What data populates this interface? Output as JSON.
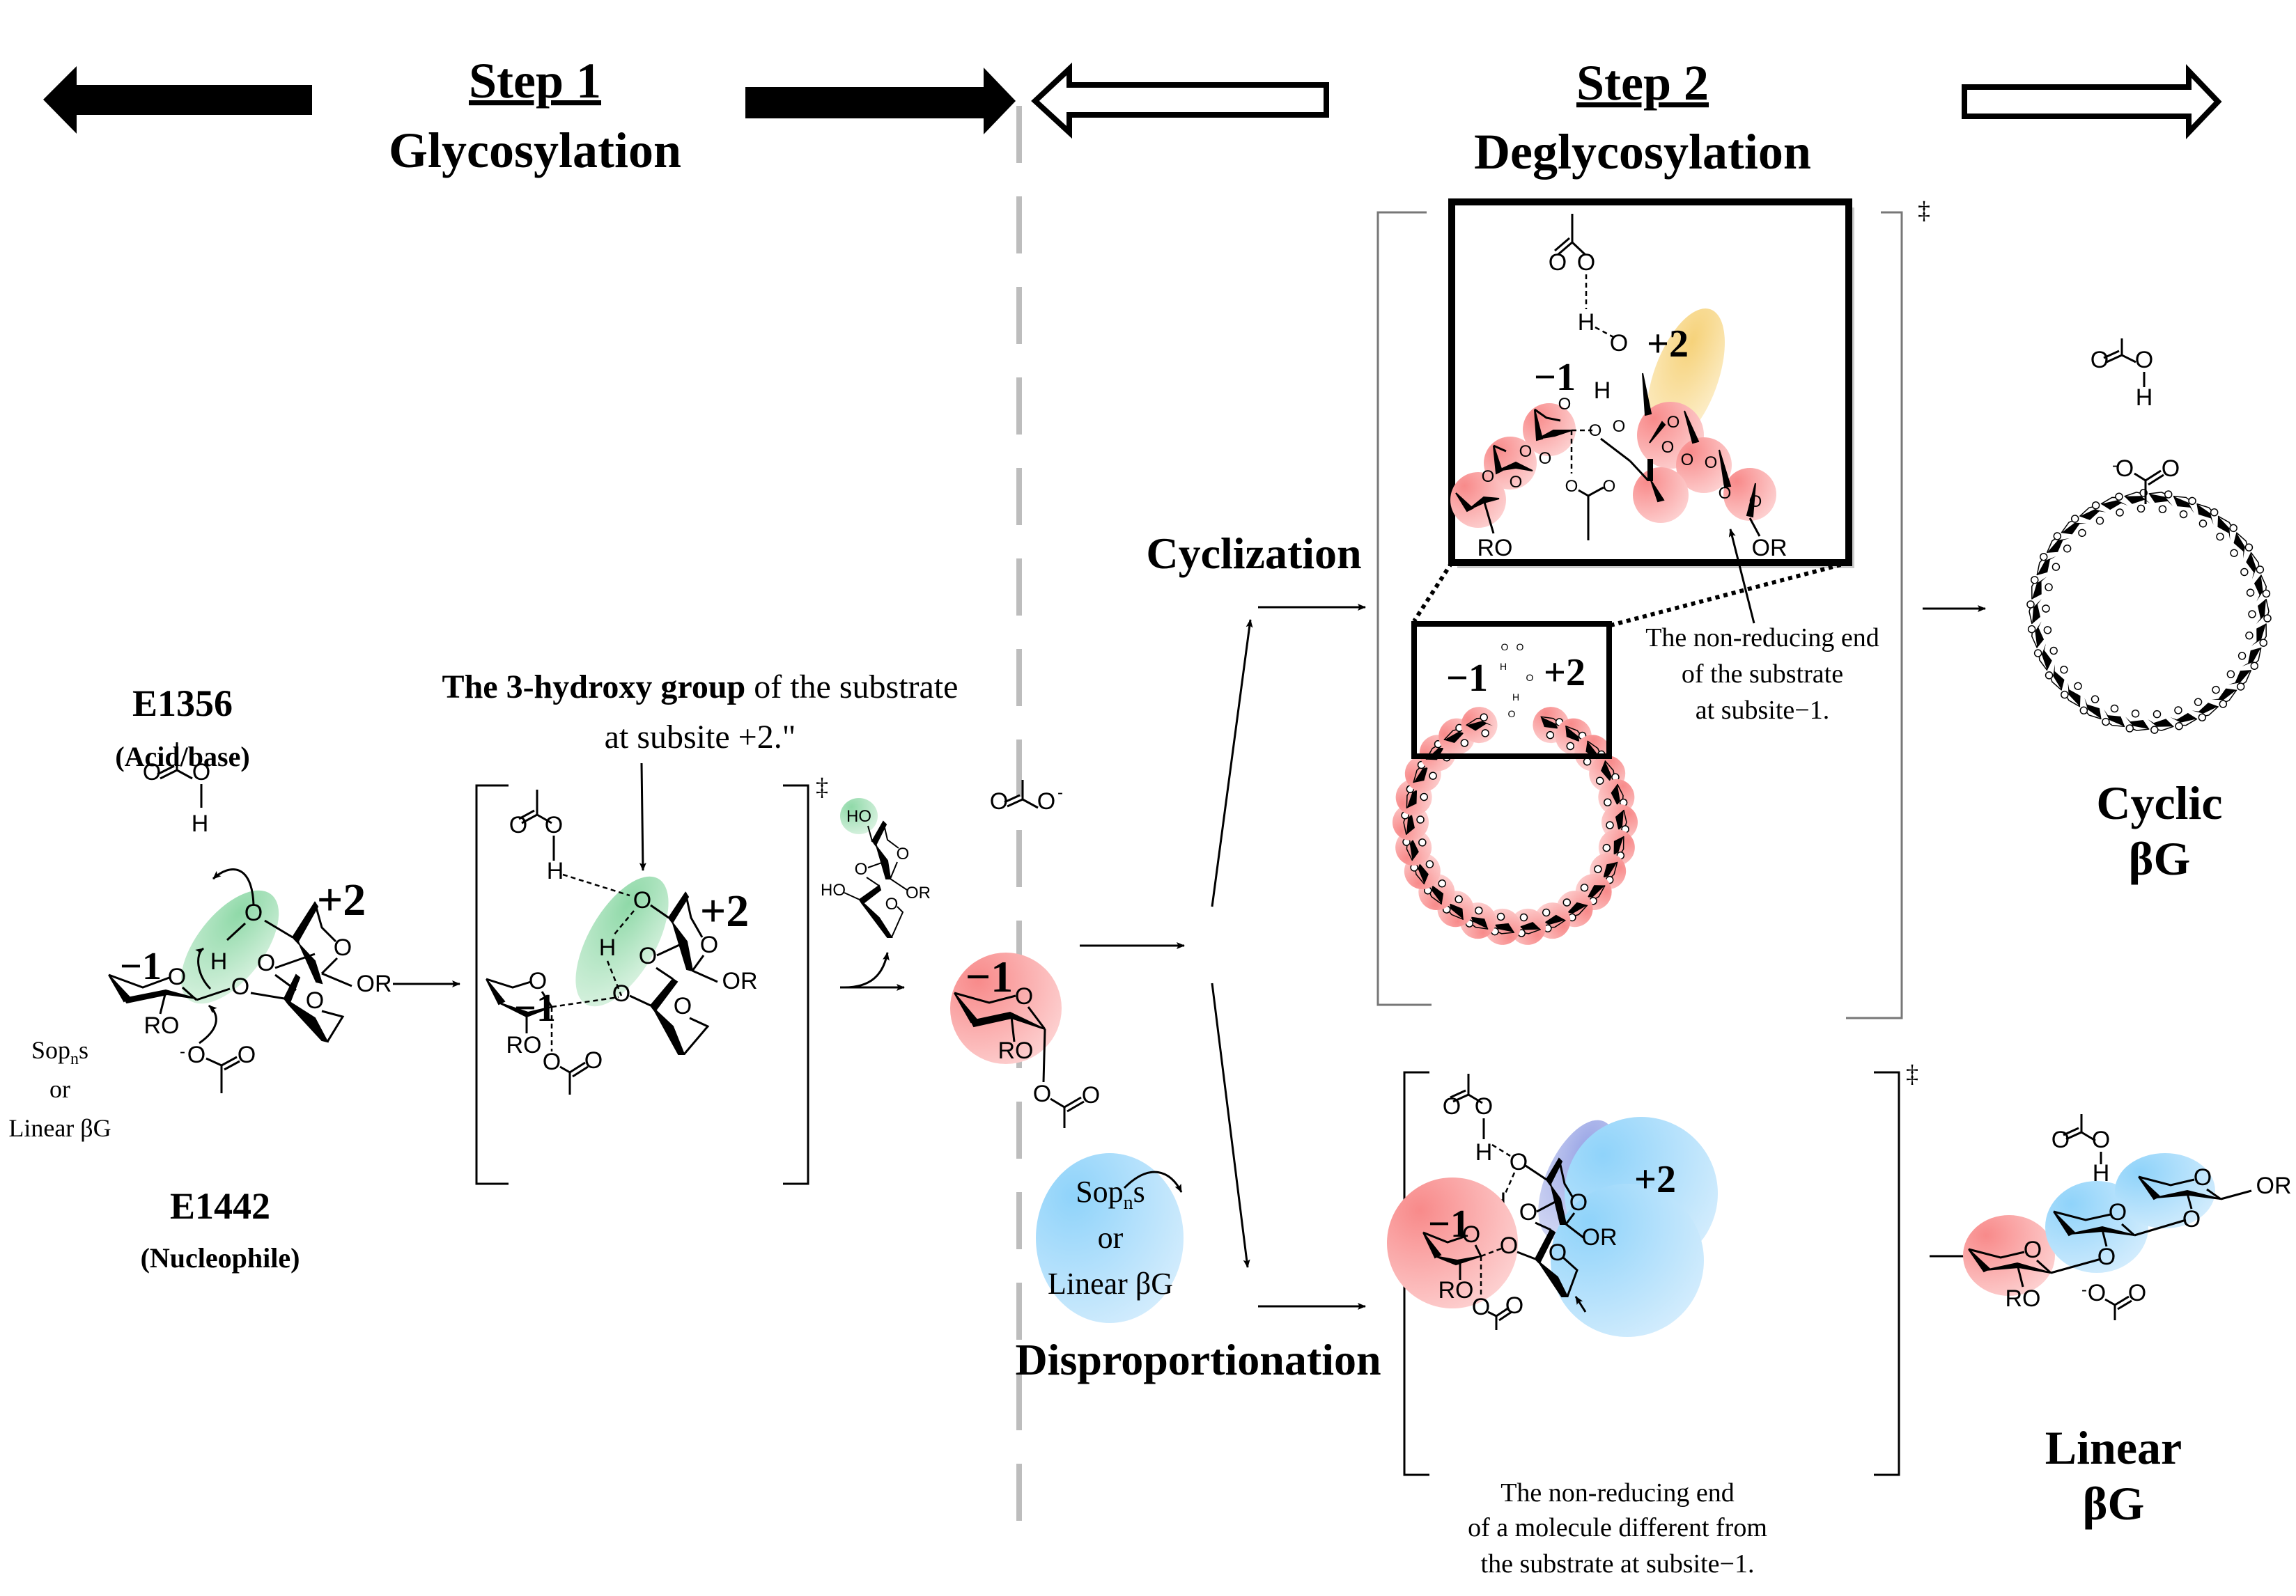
{
  "header": {
    "step1": {
      "title": "Step 1",
      "subtitle": "Glycosylation"
    },
    "step2": {
      "title": "Step 2",
      "subtitle": "Deglycosylation"
    }
  },
  "colors": {
    "green_highlight": "#8fd9a8",
    "red_subsite": "#f88a8a",
    "blue_subsite": "#8fd3fa",
    "yellow_highlight": "#f6d27a",
    "purple_highlight": "#9aa6e6",
    "divider": "#bdbdbd"
  },
  "step1": {
    "acid_base": {
      "residue": "E1356",
      "role": "(Acid/base)"
    },
    "nucleophile": {
      "residue": "E1442",
      "role": "(Nucleophile)"
    },
    "substrate_label": {
      "line1": "Sop",
      "line1_sub": "n",
      "line1_tail": "s",
      "line2": "or",
      "line3": "Linear βG"
    },
    "subsite_minus": "−1",
    "subsite_plus": "+2",
    "callout": {
      "bold": "The 3-hydroxy group",
      "rest": " of the substrate",
      "line2": "at subsite +2.\""
    },
    "ts_mark": "‡",
    "atoms": {
      "O": "O",
      "H": "H",
      "OR": "OR",
      "RO": "RO",
      "HO": "HO",
      "O_minus": "O",
      "minus": "-"
    }
  },
  "intermediate": {
    "subsite": "−1",
    "carboxylate_charge": "-"
  },
  "step2": {
    "cyclization": {
      "label": "Cyclization",
      "inset_subsite_minus": "−1",
      "inset_subsite_plus": "+2",
      "ring_subsite_minus": "−1",
      "ring_subsite_plus": "+2",
      "note": [
        "The non-reducing end",
        "of the substrate",
        "at subsite−1."
      ],
      "ts_mark": "‡",
      "product": [
        "Cyclic",
        "βG"
      ]
    },
    "disproportionation": {
      "label": "Disproportionation",
      "acceptor": {
        "line1": "Sop",
        "line1_sub": "n",
        "line1_tail": "s",
        "line2": "or",
        "line3": "Linear βG"
      },
      "subsite_minus": "−1",
      "subsite_plus": "+2",
      "note": [
        "The non-reducing end",
        "of a molecule different from",
        "the substrate at subsite−1."
      ],
      "ts_mark": "‡",
      "product": [
        "Linear",
        "βG"
      ]
    }
  }
}
